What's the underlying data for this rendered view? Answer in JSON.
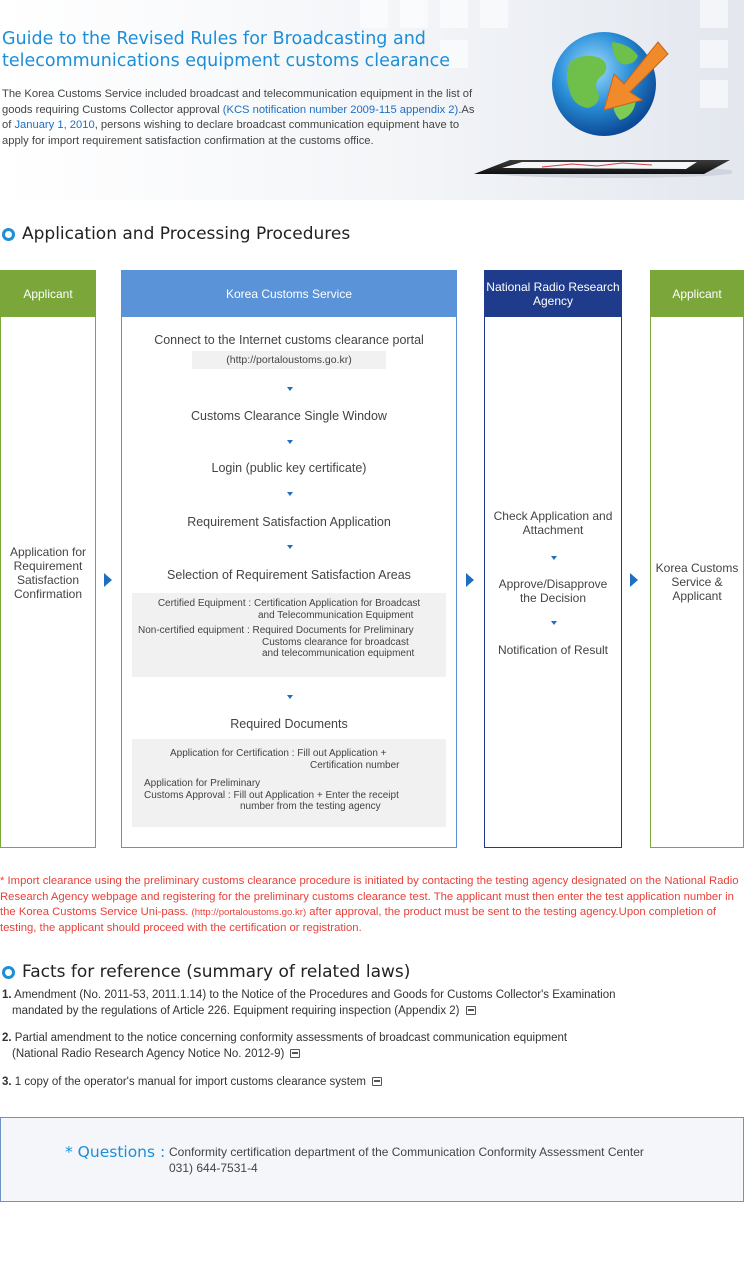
{
  "banner": {
    "title": "Guide to the Revised Rules for Broadcasting and telecommunications equipment customs clearance",
    "desc_1": "The Korea Customs Service included broadcast and telecommunication equipment in the list of goods requiring Customs Collector approval ",
    "desc_link": "(KCS notification number 2009-115 appendix 2)",
    "desc_2": ".As of ",
    "desc_date": "January 1, 2010",
    "desc_3": ", persons wishing to declare broadcast communication equipment have to apply for import requirement satisfaction confirmation at the customs office."
  },
  "section1": {
    "title": "Application and Processing Procedures"
  },
  "flow": {
    "applicant_left": {
      "header": "Applicant",
      "text": "Application for Requirement Satisfaction Confirmation"
    },
    "kcs": {
      "header": "Korea Customs Service",
      "step1": "Connect to the Internet customs clearance portal",
      "step1_url": "(http://portaloustoms.go.kr)",
      "step2": "Customs Clearance Single Window",
      "step3": "Login (public key certificate)",
      "step4": "Requirement Satisfaction Application",
      "step5": "Selection of Requirement Satisfaction Areas",
      "step5_detail_1a": "Certified Equipment : Certification Application for  Broadcast",
      "step5_detail_1b": "and  Telecommunication Equipment",
      "step5_detail_2a": "Non-certified equipment : Required Documents for Preliminary",
      "step5_detail_2b": "Customs clearance for broadcast",
      "step5_detail_2c": "and telecommunication equipment",
      "step6": "Required Documents",
      "step6_detail_1a": "Application for Certification : Fill out Application +",
      "step6_detail_1b": "Certification number",
      "step6_detail_2a": "Application for Preliminary",
      "step6_detail_2b": "Customs Approval : Fill out Application + Enter the receipt",
      "step6_detail_2c": "number from the testing agency"
    },
    "nrra": {
      "header": "National Radio Research Agency",
      "step1": "Check Application and Attachment",
      "step2": "Approve/Disapprove the Decision",
      "step3": "Notification of Result"
    },
    "applicant_right": {
      "header": "Applicant",
      "text": "Korea Customs Service & Applicant"
    }
  },
  "note": {
    "text_1": "* Import clearance using the preliminary customs clearance procedure is initiated by contacting the testing agency designated on the National Radio Research Agency webpage and registering for the preliminary customs clearance test. The applicant must then enter the test application number in the Korea Customs Service Uni-pass. ",
    "url": "(http://portaloustoms.go.kr)",
    "text_2": " after approval, the product must be sent to the testing agency.Upon completion of testing, the applicant should proceed with the certification or registration."
  },
  "section2": {
    "title": "Facts for reference (summary of related laws)"
  },
  "facts": [
    {
      "num": "1.",
      "line1": "Amendment (No. 2011-53, 2011.1.14) to the Notice of the Procedures and Goods for Customs Collector's Examination",
      "line2": "mandated by the regulations of Article 226. Equipment requiring inspection (Appendix 2)"
    },
    {
      "num": "2.",
      "line1": "Partial amendment to the notice concerning conformity assessments of broadcast communication equipment",
      "line2": "(National Radio Research Agency Notice No. 2012-9)"
    },
    {
      "num": "3.",
      "line1": "1 copy of the operator's manual for import customs clearance system",
      "line2": ""
    }
  ],
  "questions": {
    "label": "* Questions :",
    "line1": "Conformity certification department of the Communication Conformity Assessment Center",
    "line2": "031) 644-7531-4"
  },
  "colors": {
    "accent": "#1c8fd8",
    "green_header": "#7aa63a",
    "blue_header": "#5b93d9",
    "navy_header": "#1f3c8c",
    "note_red": "#e8413a"
  },
  "icons": [
    "globe-icon",
    "arrow-icon",
    "tablet-icon",
    "document-icon",
    "bullet-icon"
  ]
}
